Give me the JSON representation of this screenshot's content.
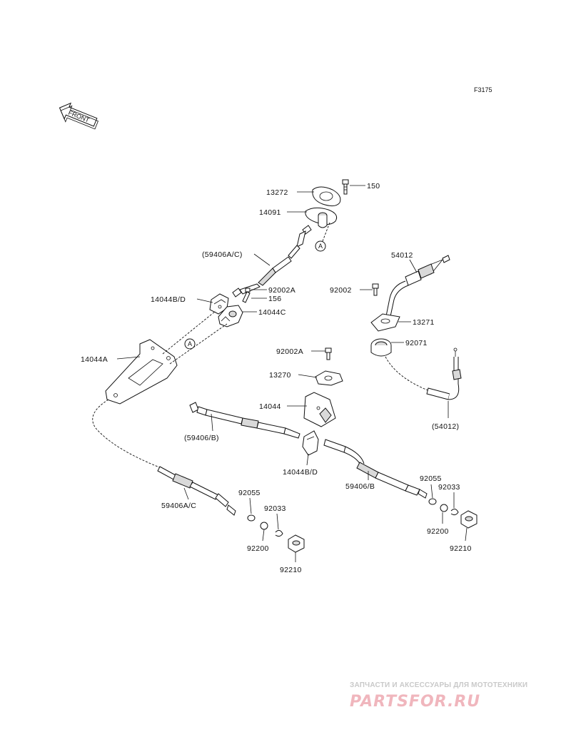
{
  "diagram": {
    "code": "F3175",
    "front_label": "FRONT",
    "ref_marker": "A",
    "labels": {
      "l13272": "13272",
      "l150": "150",
      "l14091": "14091",
      "l59406ac_paren": "(59406A/C)",
      "l14044bd_top": "14044B/D",
      "l92002a_top": "92002A",
      "l156": "156",
      "l14044c": "14044C",
      "l14044a": "14044A",
      "l54012": "54012",
      "l92002": "92002",
      "l13271": "13271",
      "l92071": "92071",
      "l54012_paren": "(54012)",
      "l92002a_mid": "92002A",
      "l13270": "13270",
      "l14044": "14044",
      "l59406b_paren": "(59406/B)",
      "l14044bd_bot": "14044B/D",
      "l59406b": "59406/B",
      "l92055_right": "92055",
      "l92033_right": "92033",
      "l92200_right": "92200",
      "l92210_right": "92210",
      "l59406ac": "59406A/C",
      "l92055_left": "92055",
      "l92033_left": "92033",
      "l92200_left": "92200",
      "l92210_left": "92210"
    }
  },
  "watermark": {
    "line1": "ЗАПЧАСТИ И АКСЕССУАРЫ ДЛЯ МОТОТЕХНИКИ",
    "line2": "PARTSFOR.RU"
  }
}
